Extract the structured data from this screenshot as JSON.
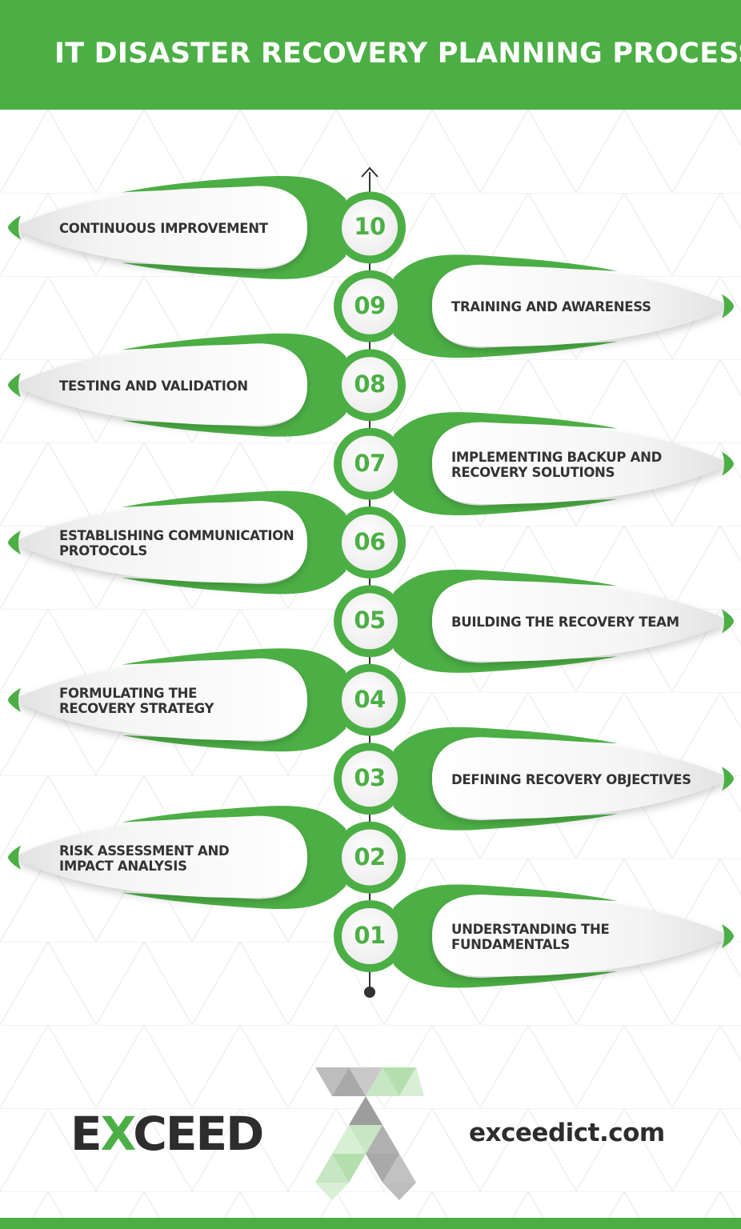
{
  "header": {
    "title": "IT DISASTER RECOVERY PLANNING PROCESS"
  },
  "steps": [
    {
      "number": "01",
      "label_lines": [
        "UNDERSTANDING THE",
        "FUNDAMENTALS"
      ],
      "side": "right"
    },
    {
      "number": "02",
      "label_lines": [
        "RISK ASSESSMENT AND",
        "IMPACT ANALYSIS"
      ],
      "side": "left"
    },
    {
      "number": "03",
      "label_lines": [
        "DEFINING RECOVERY OBJECTIVES"
      ],
      "side": "right"
    },
    {
      "number": "04",
      "label_lines": [
        "FORMULATING THE",
        "RECOVERY STRATEGY"
      ],
      "side": "left"
    },
    {
      "number": "05",
      "label_lines": [
        "BUILDING THE RECOVERY TEAM"
      ],
      "side": "right"
    },
    {
      "number": "06",
      "label_lines": [
        "ESTABLISHING COMMUNICATION",
        "PROTOCOLS"
      ],
      "side": "left"
    },
    {
      "number": "07",
      "label_lines": [
        "IMPLEMENTING BACKUP AND",
        "RECOVERY SOLUTIONS"
      ],
      "side": "right"
    },
    {
      "number": "08",
      "label_lines": [
        "TESTING AND VALIDATION"
      ],
      "side": "left"
    },
    {
      "number": "09",
      "label_lines": [
        "TRAINING AND AWARENESS"
      ],
      "side": "right"
    },
    {
      "number": "10",
      "label_lines": [
        "CONTINUOUS IMPROVEMENT"
      ],
      "side": "left"
    }
  ],
  "footer": {
    "brand_prefix": "E",
    "brand_x": "X",
    "brand_suffix": "CEED",
    "website": "exceedict.com"
  },
  "colors": {
    "accent": "#4caf45",
    "text_dark": "#333333",
    "logo_gray": "#a9a9a9",
    "logo_light_green": "#c7e6c3"
  },
  "icons": {
    "timeline_top": "arrow-up-icon",
    "timeline_bottom": "dot-icon",
    "step_tip": "green-arrowhead-icon",
    "brand_mark": "x-triangle-logo-icon"
  }
}
